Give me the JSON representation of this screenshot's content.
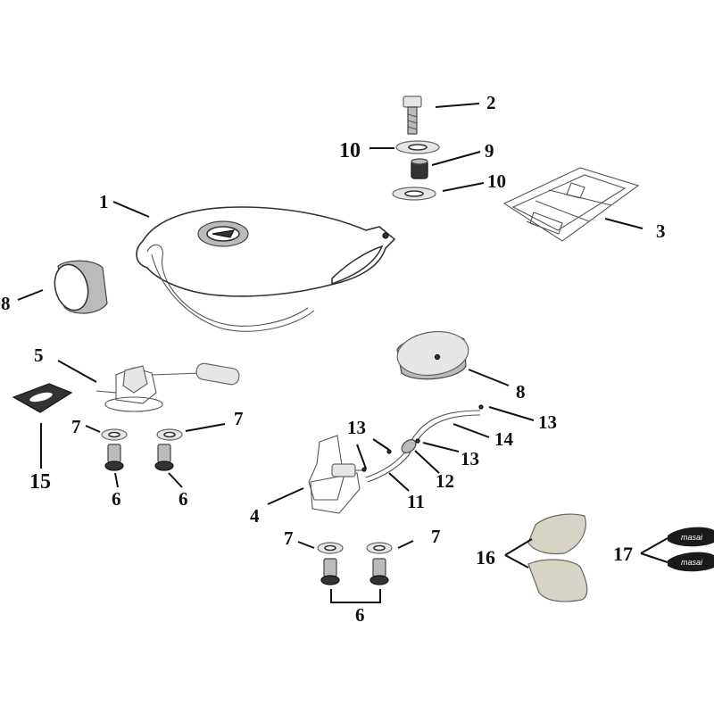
{
  "labels": {
    "p1": "1",
    "p2": "2",
    "p3": "3",
    "p4": "4",
    "p5": "5",
    "p6a": "6",
    "p6b": "6",
    "p6c": "6",
    "p7a": "7",
    "p7b": "7",
    "p7c": "7",
    "p7d": "7",
    "p8a": "8",
    "p8b": "8",
    "p9": "9",
    "p10a": "10",
    "p10b": "10",
    "p11": "11",
    "p12": "12",
    "p13a": "13",
    "p13b": "13",
    "p13c": "13",
    "p14": "14",
    "p15": "15",
    "p16": "16",
    "p17": "17"
  },
  "decal_text": "masai"
}
